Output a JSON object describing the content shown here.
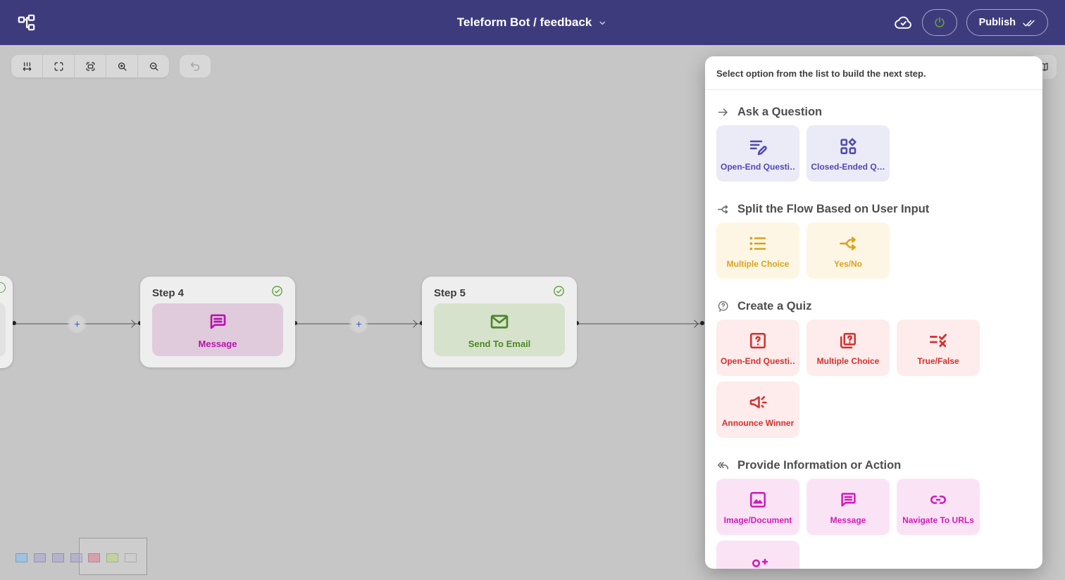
{
  "header": {
    "logo_icon": "flow-logo-icon",
    "title": "Teleform Bot / feedback",
    "cloud_icon": "cloud-check-icon",
    "power_icon": "power-icon",
    "publish_label": "Publish",
    "publish_icon": "double-check-icon",
    "background_color": "#3e3b7d"
  },
  "toolbar": {
    "buttons": [
      "distribute-icon",
      "fullscreen-icon",
      "fit-view-icon",
      "zoom-in-icon",
      "zoom-out-icon"
    ],
    "undo_icon": "undo-icon"
  },
  "canvas": {
    "nodes": [
      {
        "title": "Step 4",
        "type_label": "Message",
        "icon": "message-icon",
        "block_bg": "#dfcbdb",
        "accent": "#b812ad",
        "status_icon": "check-circle-icon"
      },
      {
        "title": "Step 5",
        "type_label": "Send To Email",
        "icon": "email-icon",
        "block_bg": "#d7e2cc",
        "accent": "#4c8826",
        "status_icon": "check-circle-icon"
      }
    ],
    "add_button_icon": "plus-icon",
    "minimap_colors": [
      "#9ec2e2",
      "#b3b3d0",
      "#b3b3d0",
      "#b3b3d0",
      "#d391a2",
      "#b8cd92",
      "#c6c6c6"
    ]
  },
  "panel": {
    "title": "Select option from the list to build the next step.",
    "sections": [
      {
        "title": "Ask a Question",
        "icon": "arrow-right-icon",
        "accent": "#4f49b0",
        "card_bg": "#ebeaf7",
        "cards": [
          {
            "label": "Open-End Questi…",
            "icon": "open-end-question-icon"
          },
          {
            "label": "Closed-Ended Q…",
            "icon": "closed-ended-question-icon"
          }
        ]
      },
      {
        "title": "Split the Flow Based on User Input",
        "icon": "split-arrows-icon",
        "accent": "#d9a21c",
        "card_bg": "#fdf6e4",
        "cards": [
          {
            "label": "Multiple Choice",
            "icon": "list-icon"
          },
          {
            "label": "Yes/No",
            "icon": "split-arrows-icon"
          }
        ]
      },
      {
        "title": "Create a Quiz",
        "icon": "quiz-icon",
        "accent": "#d32f2f",
        "card_bg": "#fdeceb",
        "cards": [
          {
            "label": "Open-End Questi…",
            "icon": "question-box-icon"
          },
          {
            "label": "Multiple Choice",
            "icon": "question-stack-icon"
          },
          {
            "label": "True/False",
            "icon": "true-false-icon"
          },
          {
            "label": "Announce Winner",
            "icon": "megaphone-icon"
          }
        ]
      },
      {
        "title": "Provide Information or Action",
        "icon": "reply-all-icon",
        "accent": "#d119b8",
        "card_bg": "#fbe3f6",
        "cards": [
          {
            "label": "Image/Document",
            "icon": "image-icon"
          },
          {
            "label": "Message",
            "icon": "message-icon"
          },
          {
            "label": "Navigate To URLs",
            "icon": "link-icon"
          },
          {
            "label": "",
            "icon": "person-add-icon"
          }
        ]
      }
    ]
  }
}
